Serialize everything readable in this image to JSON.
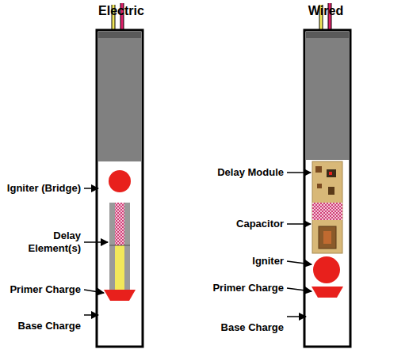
{
  "diagram": {
    "labels": [
      "Electric",
      "Wired",
      "Igniter (Bridge)",
      "Delay Element(s)",
      "Primer Charge",
      "Base Charge",
      "Delay Module",
      "Capacitor",
      "Igniter",
      "Primer Charge",
      "Base Charge"
    ]
  }
}
